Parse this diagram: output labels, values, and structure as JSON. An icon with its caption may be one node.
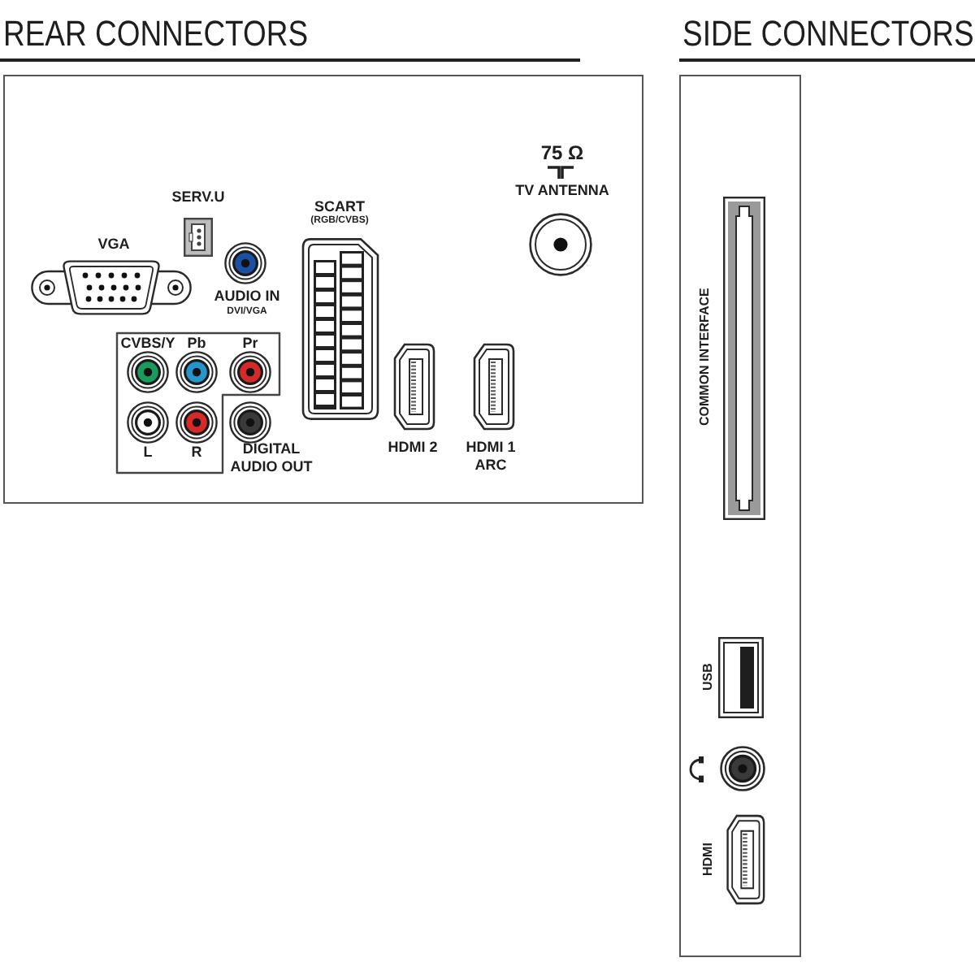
{
  "diagram": {
    "nodes": [
      {
        "text": [
          "REAR CONNECTORS"
        ]
      },
      {
        "text": [
          "SERV.U"
        ],
        "in": 0
      },
      {
        "text": [
          "VGA"
        ],
        "in": 0
      },
      {
        "text": [
          "AUDIO IN",
          "DVI/VGA"
        ],
        "in": 0
      },
      {
        "text": [
          "SCART",
          "(RGB/CVBS)"
        ],
        "in": 0
      },
      {
        "text": [
          "75 Ω",
          "TV ANTENNA"
        ],
        "in": 0
      },
      {
        "text": [],
        "shape": "box",
        "in": 0
      },
      {
        "text": [
          "CVBS/Y"
        ],
        "in": 6
      },
      {
        "text": [
          "Pb"
        ],
        "in": 6
      },
      {
        "text": [
          "Pr"
        ],
        "in": 6
      },
      {
        "text": [
          "L"
        ],
        "in": 6
      },
      {
        "text": [
          "R"
        ],
        "in": 6
      },
      {
        "text": [
          "DIGITAL AUDIO OUT"
        ],
        "in": 0
      },
      {
        "text": [
          "HDMI 2"
        ],
        "in": 0
      },
      {
        "text": [
          "HDMI 1 ARC"
        ],
        "in": 0
      },
      {
        "text": [
          "SIDE CONNECTORS"
        ]
      },
      {
        "text": [
          "COMMON INTERFACE"
        ],
        "in": 15
      },
      {
        "text": [
          "USB"
        ],
        "in": 15
      },
      {
        "text": [],
        "shape": "circle",
        "in": 15
      },
      {
        "text": [
          "HDMI"
        ],
        "in": 15
      }
    ]
  }
}
